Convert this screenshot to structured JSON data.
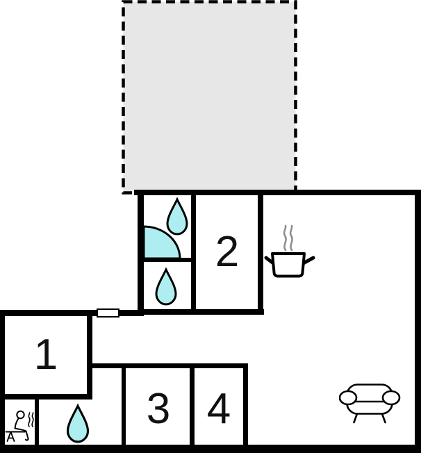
{
  "title": "holiday-home-floor-plan",
  "colors": {
    "background": "#ffffff",
    "wall": "#000000",
    "water": "#aeeef1",
    "terrace_fill": "#e7e7e7",
    "steam": "#8f8f8f",
    "icon_stroke": "#000000"
  },
  "terrace": {
    "name": "terrace"
  },
  "rooms": [
    {
      "id": "room-1",
      "label": "1"
    },
    {
      "id": "room-2",
      "label": "2"
    },
    {
      "id": "room-3",
      "label": "3"
    },
    {
      "id": "room-4",
      "label": "4"
    }
  ],
  "icons": {
    "bathroom_drop_top": "water-drop-icon",
    "bathroom_drop_bottom": "water-drop-icon",
    "washroom_drop": "water-drop-icon",
    "shower": "shower-quarter-circle-icon",
    "kitchen": "cooking-pot-steam-icon",
    "sofa": "sofa-icon",
    "sauna": "sauna-person-steam-icon",
    "door": "door-marker"
  }
}
